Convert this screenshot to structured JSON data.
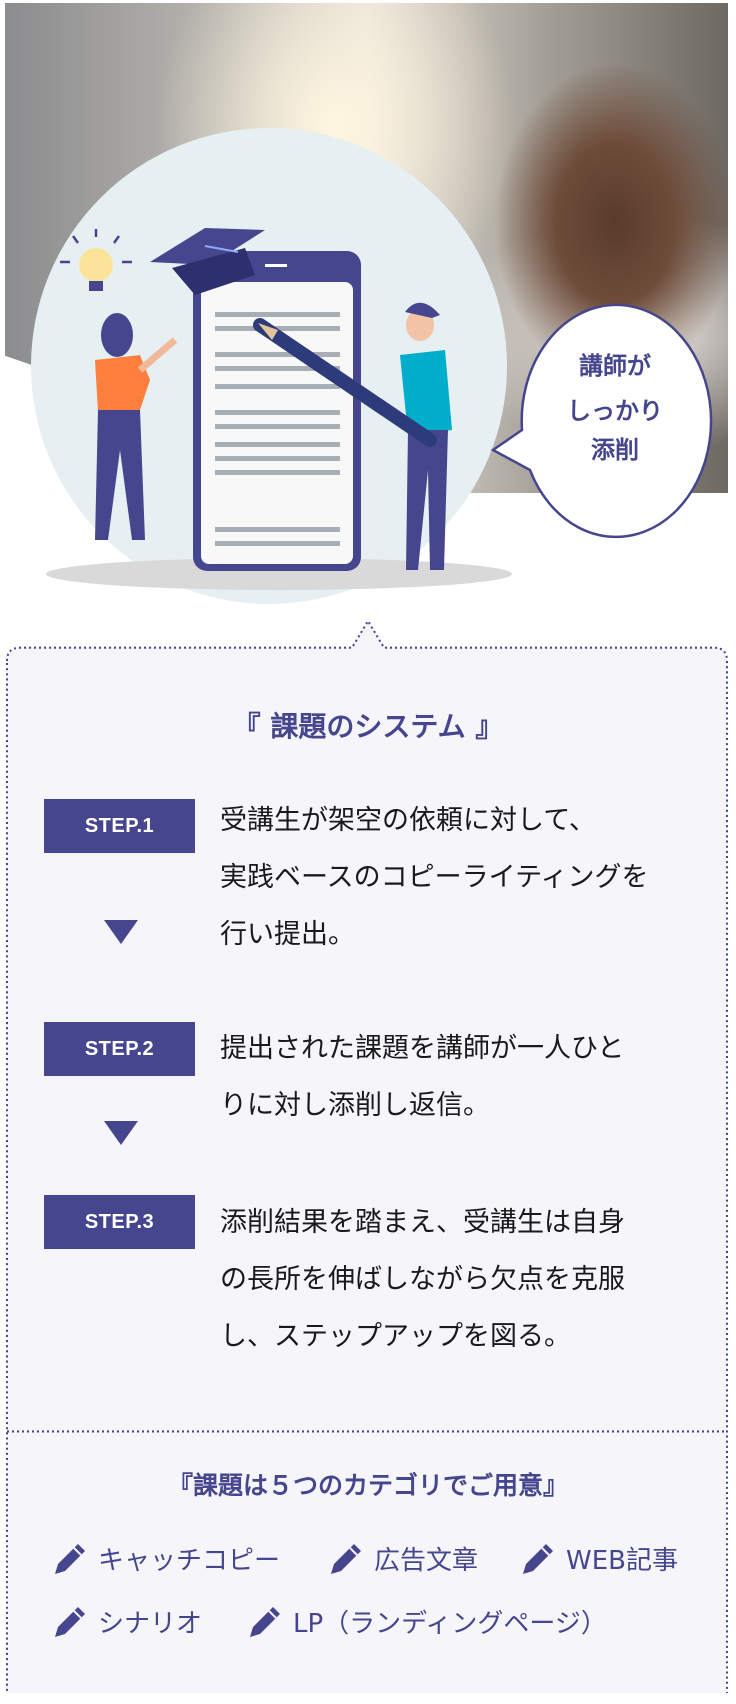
{
  "hero": {
    "bubble_lines": [
      "講師が",
      "しっかり",
      "添削"
    ]
  },
  "system": {
    "title": "『 課題のシステム 』",
    "steps": [
      {
        "label": "STEP.1",
        "lines": [
          "受講生が架空の依頼に対して、",
          "実践ベースのコピーライティングを",
          "行い提出。"
        ]
      },
      {
        "label": "STEP.2",
        "lines": [
          "提出された課題を講師が一人ひと",
          "りに対し添削し返信。"
        ]
      },
      {
        "label": "STEP.3",
        "lines": [
          "添削結果を踏まえ、受講生は自身",
          "の長所を伸ばしながら欠点を克服",
          "し、ステップアップを図る。"
        ]
      }
    ]
  },
  "categories": {
    "title": "『課題は５つのカテゴリでご用意』",
    "items": [
      "キャッチコピー",
      "広告文章",
      "WEB記事",
      "シナリオ",
      "LP（ランディングページ）"
    ],
    "icon": "pencil-icon"
  },
  "colors": {
    "accent": "#46468f",
    "panel_bg": "#f5f5fa",
    "circle_bg": "#e6eff2"
  }
}
